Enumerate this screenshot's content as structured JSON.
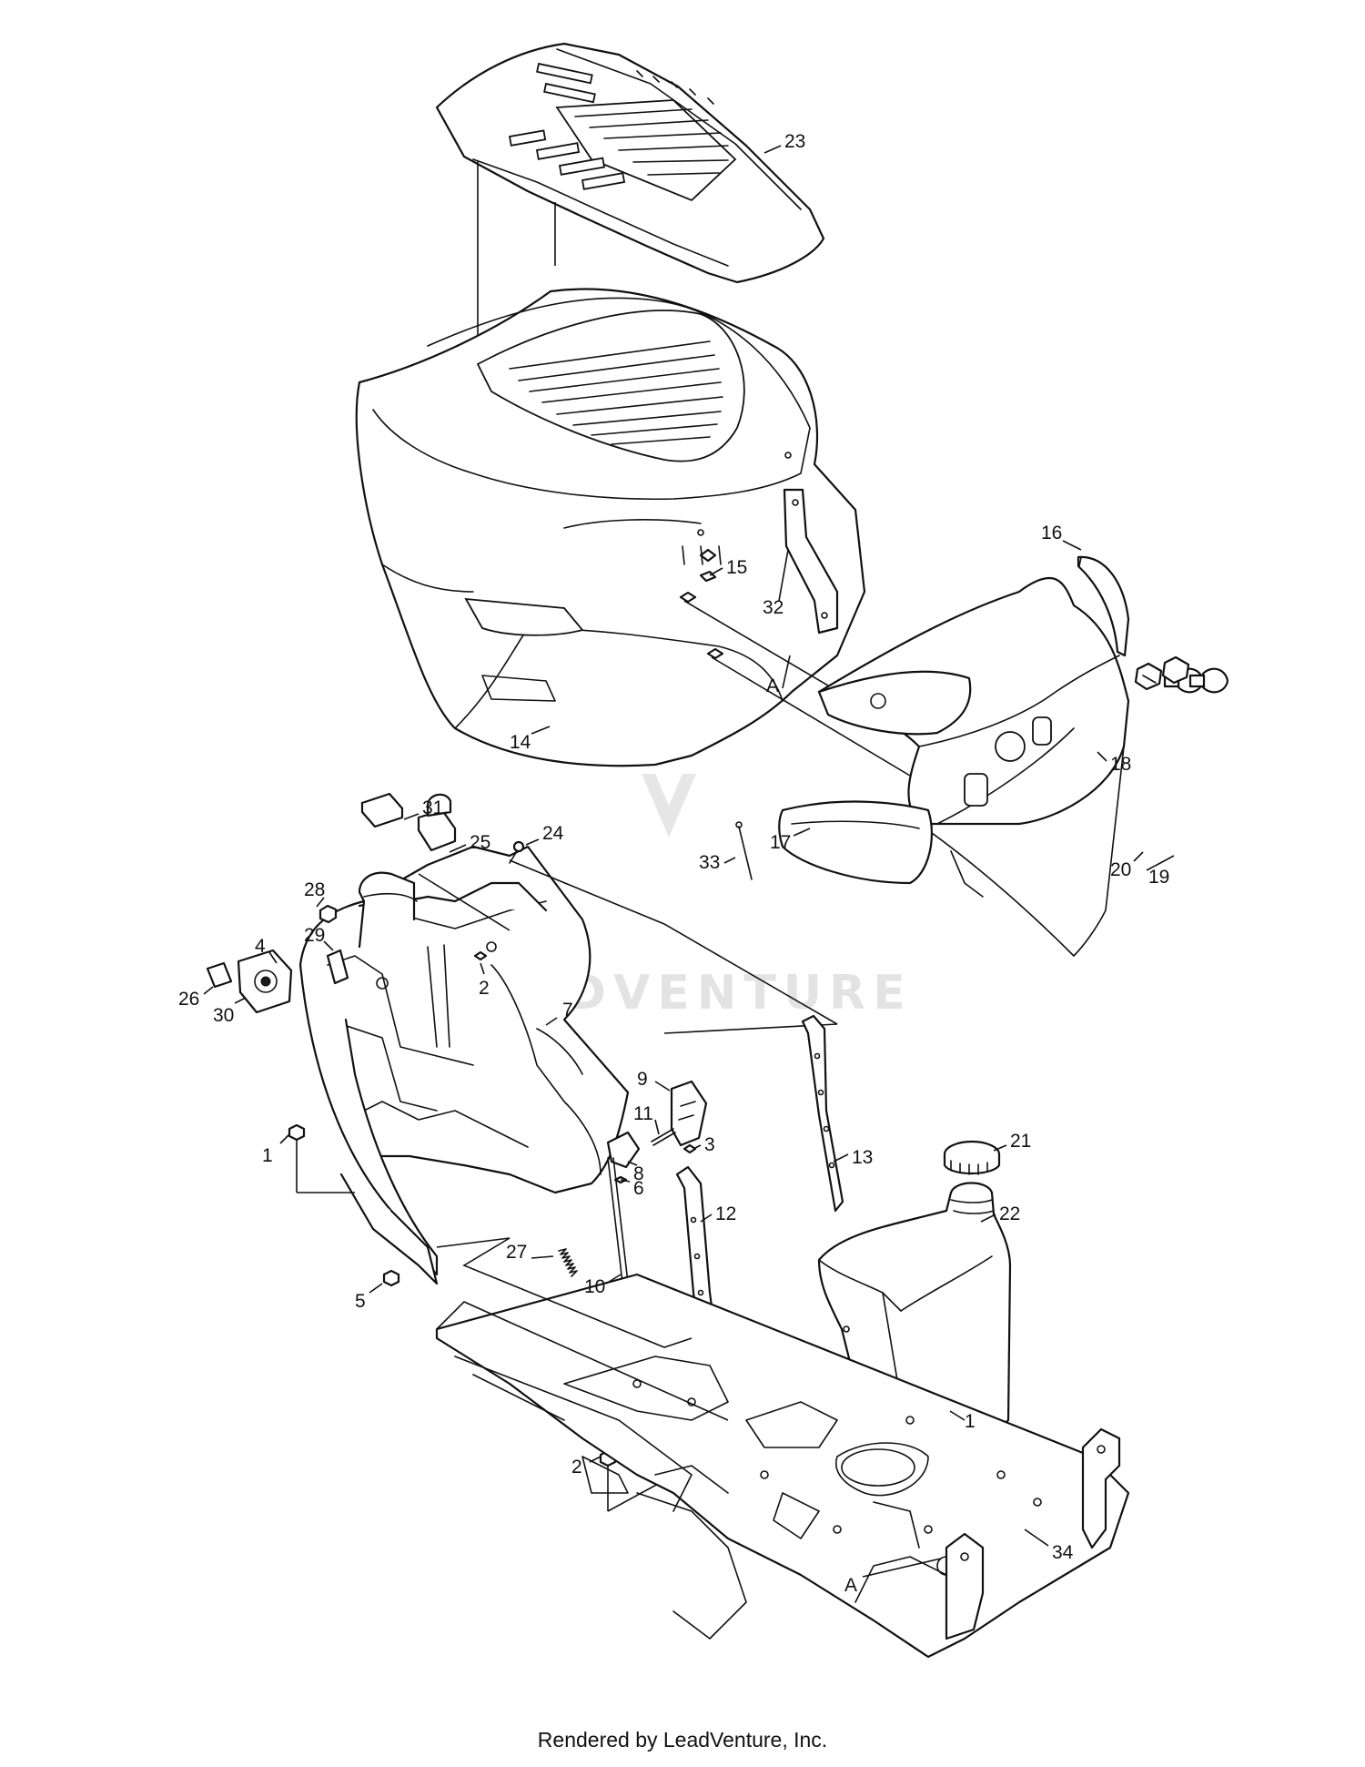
{
  "watermark_text": "LEADVENTURE",
  "footer_text": "Rendered by LeadVenture, Inc.",
  "callouts": [
    {
      "key": "c23",
      "label": "23"
    },
    {
      "key": "c15",
      "label": "15"
    },
    {
      "key": "c32",
      "label": "32"
    },
    {
      "key": "c16",
      "label": "16"
    },
    {
      "key": "cA_top",
      "label": "A"
    },
    {
      "key": "c14",
      "label": "14"
    },
    {
      "key": "c18",
      "label": "18"
    },
    {
      "key": "c31",
      "label": "31"
    },
    {
      "key": "c25",
      "label": "25"
    },
    {
      "key": "c24",
      "label": "24"
    },
    {
      "key": "c33",
      "label": "33"
    },
    {
      "key": "c17",
      "label": "17"
    },
    {
      "key": "c20",
      "label": "20"
    },
    {
      "key": "c19",
      "label": "19"
    },
    {
      "key": "c28",
      "label": "28"
    },
    {
      "key": "c29",
      "label": "29"
    },
    {
      "key": "c4",
      "label": "4"
    },
    {
      "key": "c2_top",
      "label": "2"
    },
    {
      "key": "c26",
      "label": "26"
    },
    {
      "key": "c30",
      "label": "30"
    },
    {
      "key": "c7",
      "label": "7"
    },
    {
      "key": "c9",
      "label": "9"
    },
    {
      "key": "c11",
      "label": "11"
    },
    {
      "key": "c3",
      "label": "3"
    },
    {
      "key": "c13",
      "label": "13"
    },
    {
      "key": "c21",
      "label": "21"
    },
    {
      "key": "c1_left",
      "label": "1"
    },
    {
      "key": "c8",
      "label": "8"
    },
    {
      "key": "c6",
      "label": "6"
    },
    {
      "key": "c12",
      "label": "12"
    },
    {
      "key": "c22",
      "label": "22"
    },
    {
      "key": "c27",
      "label": "27"
    },
    {
      "key": "c10",
      "label": "10"
    },
    {
      "key": "c5",
      "label": "5"
    },
    {
      "key": "c1_right",
      "label": "1"
    },
    {
      "key": "c2_bottom",
      "label": "2"
    },
    {
      "key": "c34",
      "label": "34"
    },
    {
      "key": "cA_bottom",
      "label": "A"
    }
  ]
}
